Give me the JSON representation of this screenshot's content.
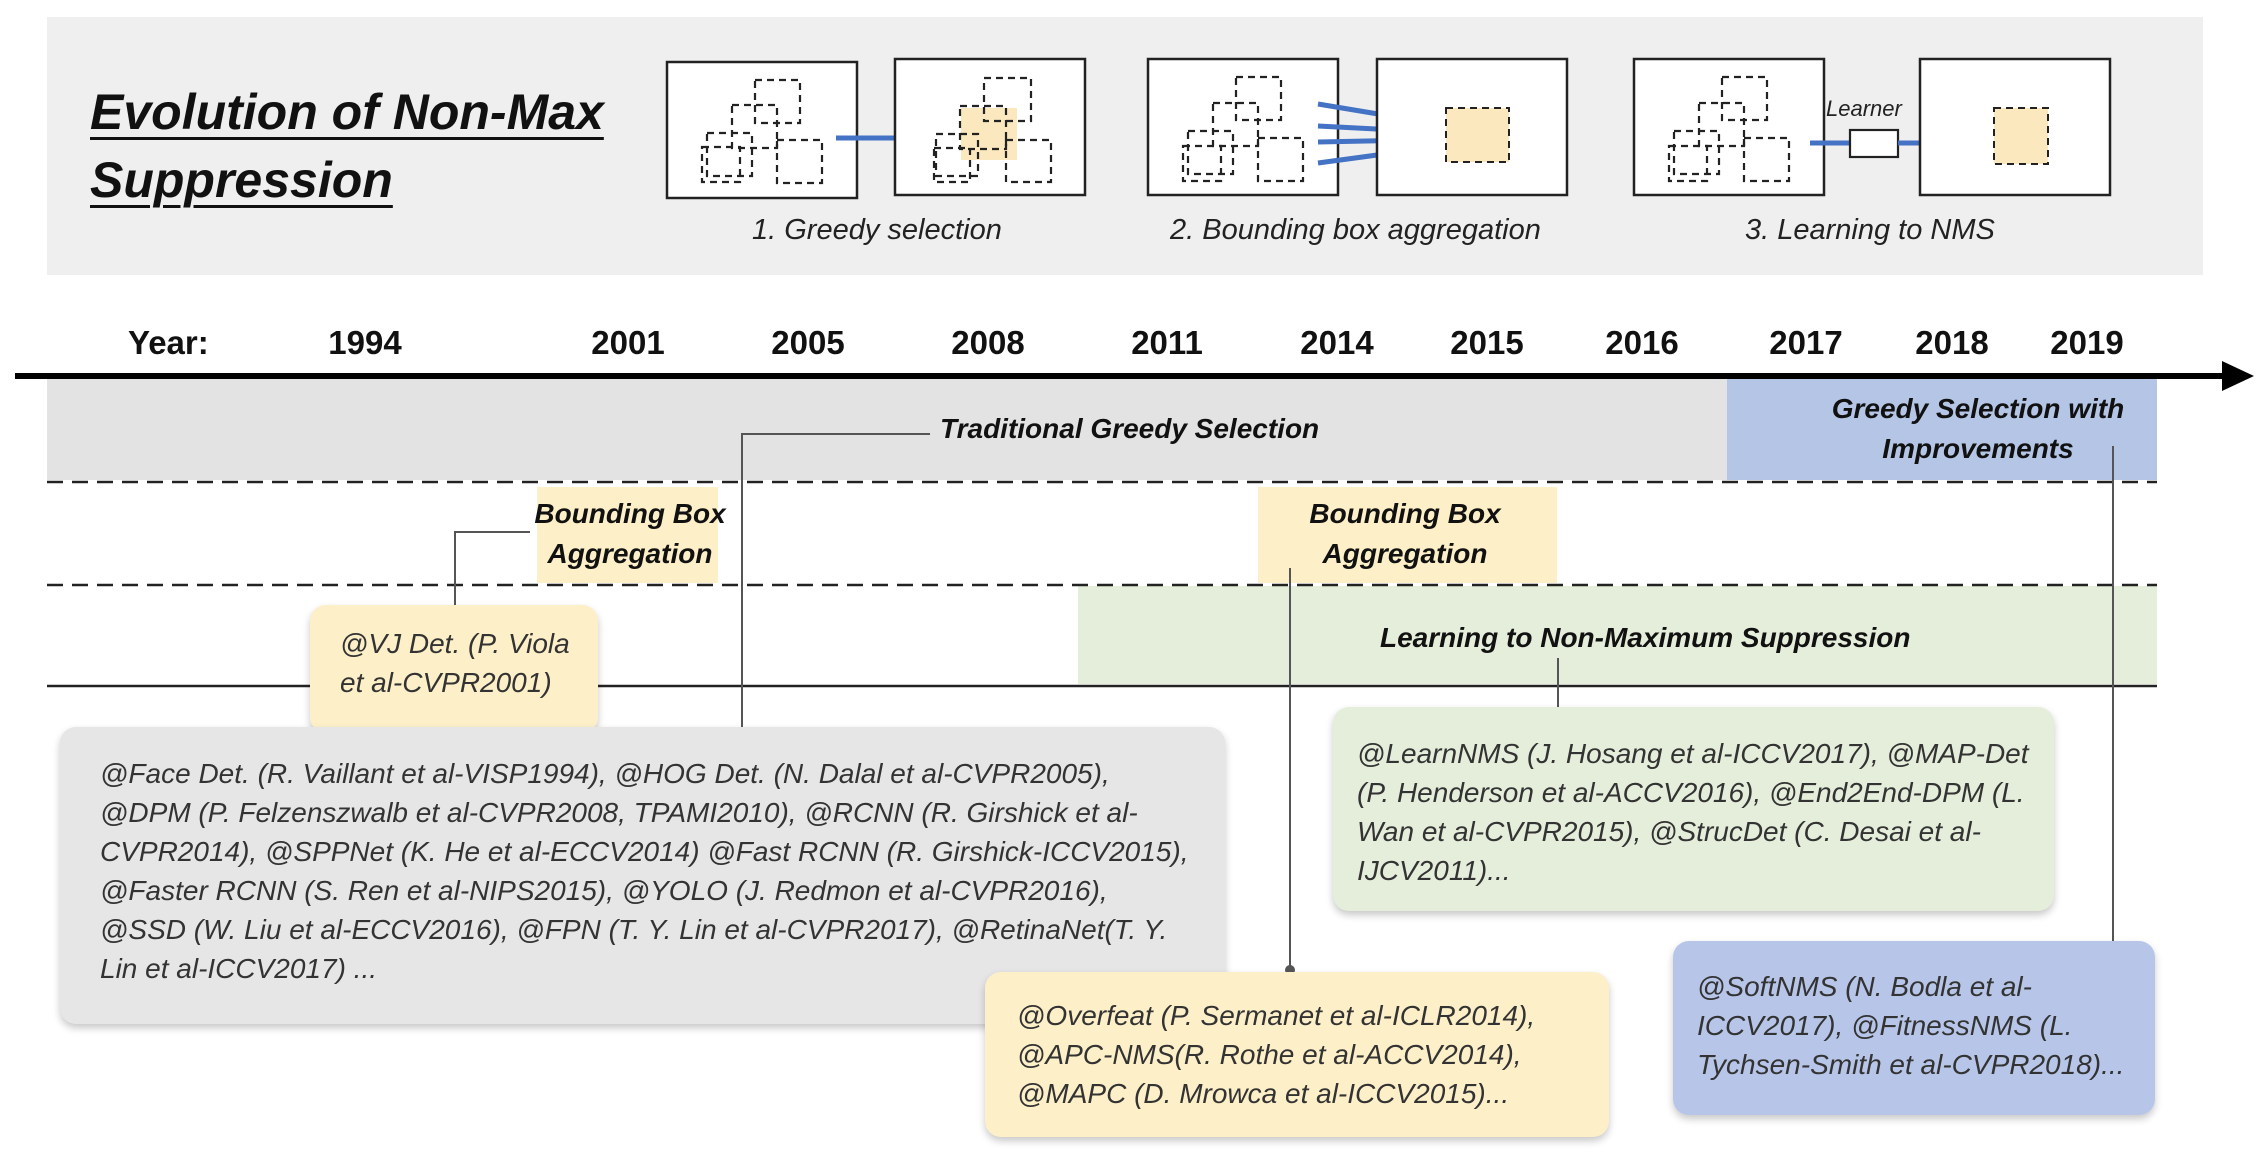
{
  "title_lines": [
    "Evolution of Non-Max",
    "Suppression"
  ],
  "methods": [
    {
      "caption": "1. Greedy selection"
    },
    {
      "caption": "2. Bounding box aggregation"
    },
    {
      "caption": "3. Learning to NMS",
      "module_label": "Learner"
    }
  ],
  "timeline": {
    "label": "Year:",
    "years": [
      "1994",
      "2001",
      "2005",
      "2008",
      "2011",
      "2014",
      "2015",
      "2016",
      "2017",
      "2018",
      "2019"
    ]
  },
  "bands": {
    "traditional": "Traditional Greedy Selection",
    "improved": [
      "Greedy Selection with",
      "Improvements"
    ],
    "bbox_a": [
      "Bounding Box",
      "Aggregation"
    ],
    "bbox_b": [
      "Bounding Box",
      "Aggregation"
    ],
    "learning": "Learning to Non-Maximum Suppression"
  },
  "boxes": {
    "vj": [
      "@VJ Det. (P. Viola",
      "et al-CVPR2001)"
    ],
    "traditional": [
      "@Face Det. (R. Vaillant et al-VISP1994), @HOG Det. (N. Dalal et al-CVPR2005),",
      "@DPM (P. Felzenszwalb et al-CVPR2008, TPAMI2010), @RCNN (R. Girshick et al-",
      "CVPR2014), @SPPNet (K. He et al-ECCV2014) @Fast RCNN (R. Girshick-ICCV2015),",
      "@Faster RCNN (S. Ren et al-NIPS2015), @YOLO (J. Redmon et al-CVPR2016),",
      "@SSD (W. Liu et al-ECCV2016), @FPN (T. Y. Lin et al-CVPR2017), @RetinaNet(T. Y.",
      "Lin et al-ICCV2017) ..."
    ],
    "learning": [
      "@LearnNMS (J. Hosang et al-ICCV2017), @MAP-Det",
      "(P. Henderson et al-ACCV2016), @End2End-DPM (L.",
      "Wan et al-CVPR2015), @StrucDet (C. Desai et al-",
      "IJCV2011)..."
    ],
    "aggregation": [
      "@Overfeat (P. Sermanet et al-ICLR2014),",
      "@APC-NMS(R. Rothe et al-ACCV2014),",
      "@MAPC (D. Mrowca et al-ICCV2015)..."
    ],
    "improved": [
      "@SoftNMS (N. Bodla et al-",
      "ICCV2017), @FitnessNMS (L.",
      "Tychsen-Smith et al-CVPR2018)..."
    ]
  },
  "colors": {
    "header_panel": "#efefef",
    "gray_band": "#e3e3e3",
    "yellow": "#fdf0c9",
    "green": "#e5eedb",
    "blue": "#b4c5e6",
    "blue_box": "#b7c6e8",
    "gray_box": "#e6e6e6",
    "arrow_blue": "#4472c4"
  }
}
